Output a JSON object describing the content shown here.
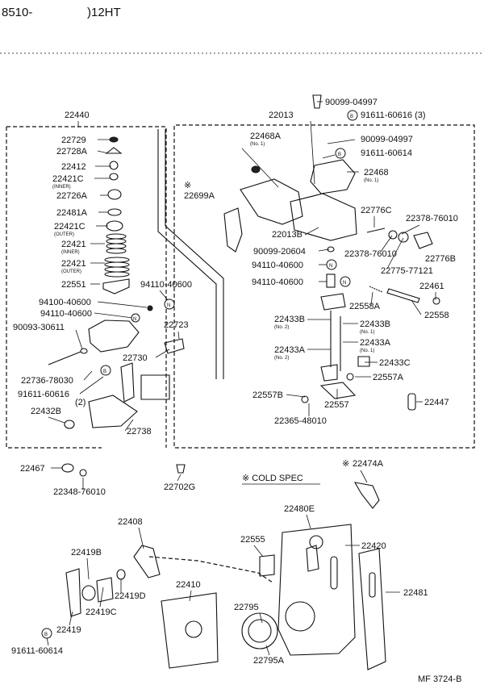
{
  "header": {
    "left": "8510-",
    "right": ")12HT"
  },
  "footer": {
    "ref": "MF  3724-B"
  },
  "legend": {
    "cold_spec": "※ COLD SPEC"
  },
  "labels": {
    "l22440": "22440",
    "l22729": "22729",
    "l22728A": "22728A",
    "l22412": "22412",
    "l22421C_inner": "22421C",
    "n_inner1": "(INNER)",
    "l22726A": "22726A",
    "l22481A": "22481A",
    "l22421C_outer": "22421C",
    "n_outer1": "(OUTER)",
    "l22421_inner": "22421",
    "n_inner2": "(INNER)",
    "l22421_outer": "22421",
    "n_outer2": "(OUTER)",
    "l22551": "22551",
    "l94110_40600_a": "94110-40600",
    "l94100_40600": "94100-40600",
    "l94110_40600_b": "94110-40600",
    "l90093_30611": "90093-30611",
    "l22723": "22723",
    "l22730": "22730",
    "l22736_78030": "22736-78030",
    "l91611_60616": "91611-60616",
    "n_qty2": "(2)",
    "l22432B": "22432B",
    "l22738": "22738",
    "l22467": "22467",
    "l22348_76010": "22348-76010",
    "l22702G": "22702G",
    "l90099_04997_a": "90099-04997",
    "l22013": "22013",
    "l91611_60616_3": "91611-60616 (3)",
    "l22468A": "22468A",
    "n_no1_a": "(No. 1)",
    "l90099_04997_b": "90099-04997",
    "l91611_60614_a": "91611-60614",
    "l22468": "22468",
    "n_no1_b": "(No. 1)",
    "l22699A": "22699A",
    "l22776C": "22776C",
    "l22378_76010_a": "22378-76010",
    "l22013B": "22013B",
    "l90099_20604": "90099-20604",
    "l22378_76010_b": "22378-76010",
    "l22776B": "22776B",
    "l94110_40600_c": "94110-40600",
    "l22775_77121": "22775-77121",
    "l94110_40600_d": "94110-40600",
    "l22461": "22461",
    "l22558A": "22558A",
    "l22558": "22558",
    "l22433B_no2": "22433B",
    "n_no2_a": "(No. 2)",
    "l22433B_no1": "22433B",
    "n_no1_c": "(No. 1)",
    "l22433A_no1": "22433A",
    "n_no1_d": "(No. 1)",
    "l22433A_no2": "22433A",
    "n_no2_b": "(No. 2)",
    "l22433C": "22433C",
    "l22557A": "22557A",
    "l22557B": "22557B",
    "l22557": "22557",
    "l22447": "22447",
    "l22365_48010": "22365-48010",
    "l22474A": "22474A",
    "l22408": "22408",
    "l22480E": "22480E",
    "l22555": "22555",
    "l22420": "22420",
    "l22419B": "22419B",
    "l22410": "22410",
    "l22419D": "22419D",
    "l22419C": "22419C",
    "l22481": "22481",
    "l22795": "22795",
    "l22419": "22419",
    "l91611_60614_b": "91611-60614",
    "l22795A": "22795A"
  },
  "marks": {
    "bolt_circle": "B",
    "nut_circle": "N",
    "cold_mark": "※"
  }
}
